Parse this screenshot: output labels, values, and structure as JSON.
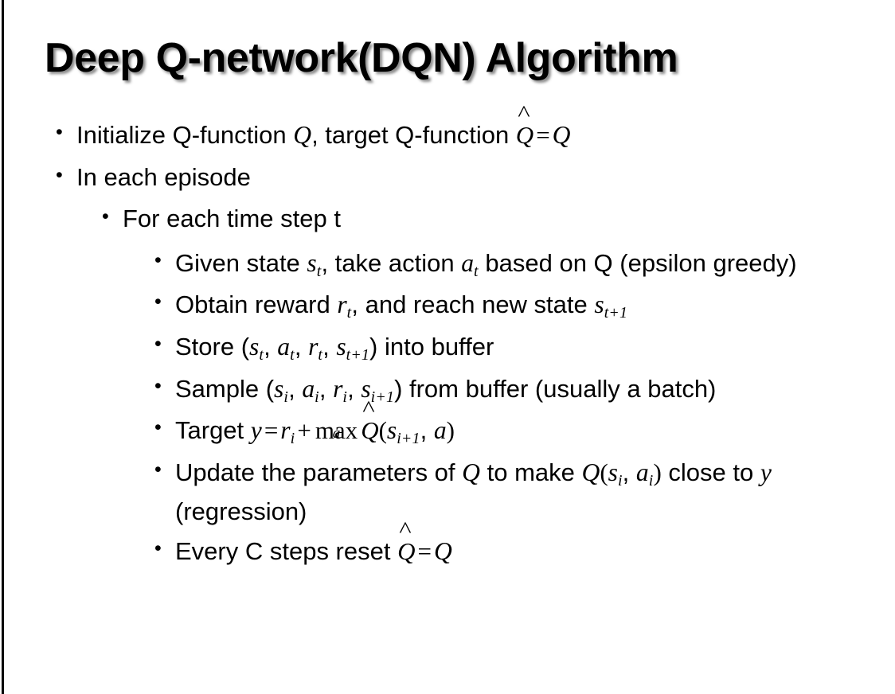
{
  "slide": {
    "title": "Deep Q-network(DQN) Algorithm",
    "background_color": "#ffffff",
    "text_color": "#000000",
    "accent_rule_color": "#000000"
  },
  "content": {
    "b1": {
      "pre": "Initialize Q-function ",
      "q1": "Q",
      "mid": ", target Q-function ",
      "qhat": "Q",
      "eq": "=",
      "q2": "Q"
    },
    "b2": {
      "text": "In each episode"
    },
    "b3": {
      "text": "For each time step t"
    },
    "b4": {
      "pre": "Given state ",
      "s": "s",
      "s_sub": "t",
      "mid": ", take action ",
      "a": "a",
      "a_sub": "t",
      "post": " based on Q (epsilon greedy)"
    },
    "b5": {
      "pre": "Obtain reward ",
      "r": "r",
      "r_sub": "t",
      "mid": ", and reach new state ",
      "s": "s",
      "s_sub": "t+1"
    },
    "b6": {
      "pre": "Store (",
      "s": "s",
      "s_sub": "t",
      "c1": ", ",
      "a": "a",
      "a_sub": "t",
      "c2": ", ",
      "r": "r",
      "r_sub": "t",
      "c3": ", ",
      "s2": "s",
      "s2_sub": "t+1",
      "post": ") into buffer"
    },
    "b7": {
      "pre": "Sample (",
      "s": "s",
      "s_sub": "i",
      "c1": ", ",
      "a": "a",
      "a_sub": "i",
      "c2": ", ",
      "r": "r",
      "r_sub": "i",
      "c3": ", ",
      "s2": "s",
      "s2_sub": "i+1",
      "post": ") from buffer (usually a batch)"
    },
    "b8": {
      "pre": "Target ",
      "y": "y",
      "eq": "=",
      "r": "r",
      "r_sub": "i",
      "plus": "+",
      "max": "max",
      "max_limit": "a",
      "qhat": "Q",
      "open": "(",
      "s": "s",
      "s_sub": "i+1",
      "comma": ", ",
      "a": "a",
      "close": ")"
    },
    "b9": {
      "pre": "Update the parameters of ",
      "q1": "Q",
      "mid": " to make ",
      "q2": "Q",
      "open": "(",
      "s": "s",
      "s_sub": "i",
      "comma": ", ",
      "a": "a",
      "a_sub": "i",
      "close": ")",
      "post": " close to ",
      "y": "y",
      "tail": " (regression)"
    },
    "b10": {
      "pre": "Every C steps reset ",
      "qhat": "Q",
      "eq": "=",
      "q": "Q"
    }
  }
}
